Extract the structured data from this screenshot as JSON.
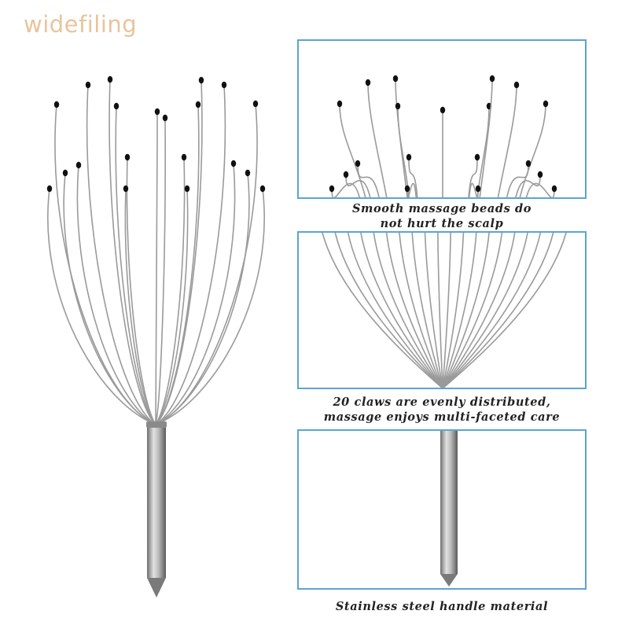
{
  "watermark": "widefiling",
  "captions": {
    "beads": [
      "Smooth massage beads do",
      "not hurt the scalp"
    ],
    "claws": [
      "20 claws are evenly distributed,",
      "massage enjoys multi-faceted care"
    ],
    "handle": [
      "Stainless steel handle material"
    ]
  },
  "colors": {
    "panel_border": "#5aa6cf",
    "wire": "#9a9a9a",
    "bead": "#111111",
    "watermark": "#e8c49c"
  }
}
